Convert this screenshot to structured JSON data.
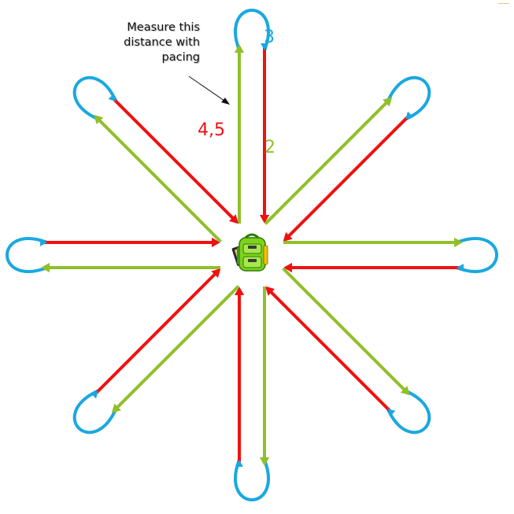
{
  "annotation": {
    "lines": [
      "Measure this",
      "distance with",
      "pacing"
    ]
  },
  "labels": {
    "return": "4,5",
    "outbound": "2",
    "loop": "3"
  },
  "colors": {
    "return": "#ee1111",
    "outbound": "#8fbf2a",
    "loop": "#1aa8e0",
    "pointer": "#111111"
  },
  "center_icon": "backpack-icon",
  "directions": [
    "north",
    "north-east",
    "east",
    "south-east",
    "south",
    "south-west",
    "west",
    "north-west"
  ]
}
